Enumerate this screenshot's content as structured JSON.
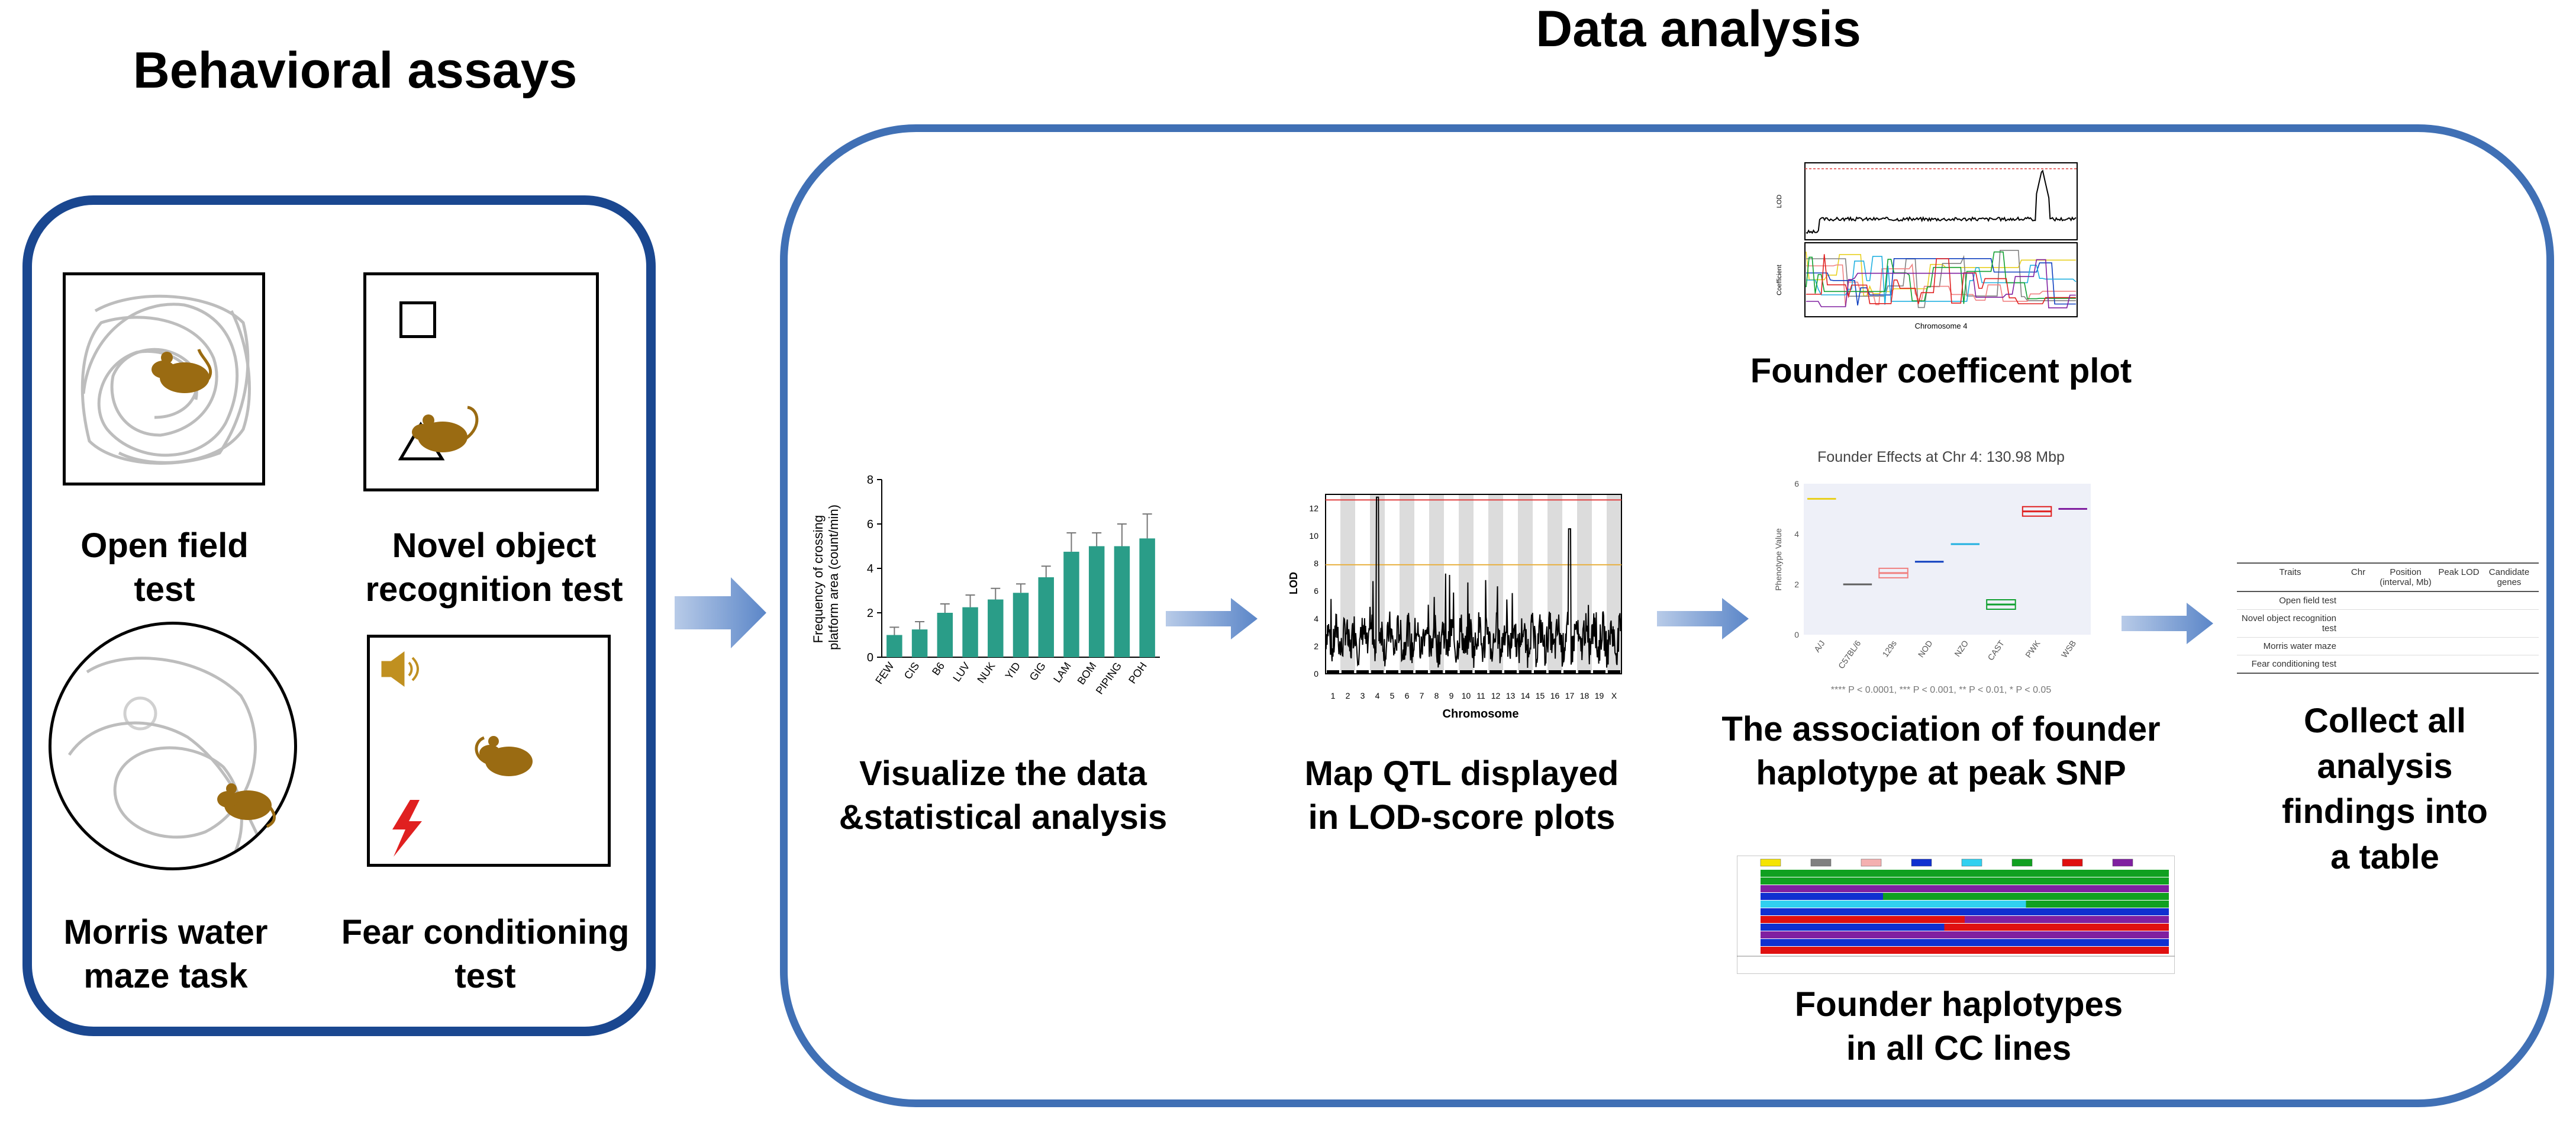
{
  "headings": {
    "behavioral": "Behavioral assays",
    "analysis": "Data analysis"
  },
  "assays": [
    {
      "label": "Open field test"
    },
    {
      "label": "Novel object recognition test",
      "line1": "Novel object",
      "line2": "recognition test"
    },
    {
      "label": "Morris water maze task",
      "line1": "Morris water",
      "line2": "maze task"
    },
    {
      "label": "Fear conditioning test",
      "line1": "Fear conditioning",
      "line2": "test"
    }
  ],
  "steps": {
    "visualize": {
      "line1": "Visualize the data",
      "line2": "&statistical analysis"
    },
    "map_qtl": {
      "line1": "Map QTL displayed",
      "line2": "in LOD-score plots"
    },
    "coefficient": {
      "label": "Founder coefficent plot"
    },
    "association": {
      "line1": "The association of founder",
      "line2": "haplotype at peak SNP"
    },
    "haplotypes": {
      "line1": "Founder haplotypes",
      "line2": "in all CC lines"
    },
    "collect": {
      "line1": "Collect all",
      "line2": "analysis",
      "line3": "findings into",
      "line4": "a table"
    }
  },
  "bar_chart": {
    "ylabel_line1": "Frequency of crossing",
    "ylabel_line2": "platform area (count/min)"
  },
  "lod_plot": {
    "ylabel": "LOD",
    "xlabel": "Chromosome",
    "chromosomes": [
      "1",
      "2",
      "3",
      "4",
      "5",
      "6",
      "7",
      "8",
      "9",
      "10",
      "11",
      "12",
      "13",
      "14",
      "15",
      "16",
      "17",
      "18",
      "19",
      "X"
    ]
  },
  "coef_plot": {
    "ylabel_top": "LOD",
    "ylabel_bottom": "Coefficient",
    "xlabel": "Chromosome 4"
  },
  "effects_plot": {
    "title": "Founder Effects at Chr 4: 130.98 Mbp",
    "ylabel": "Phenotype Value",
    "footnote": "**** P < 0.0001, *** P < 0.001, ** P < 0.01, * P < 0.05"
  },
  "summary_table": {
    "headers": [
      "Traits",
      "Chr",
      "Position (interval, Mb)",
      "Peak LOD",
      "Candidate genes"
    ],
    "rows": [
      "Open field test",
      "Novel object recognition test",
      "Morris water maze",
      "Fear conditioning test"
    ]
  },
  "colors": {
    "left_border": "#1a4790",
    "right_border": "#4070b5",
    "bar": "#2a9d88",
    "mouse": "#9a6b12",
    "arrow": "#6f95cf"
  },
  "chart_data": [
    {
      "type": "bar",
      "categories": [
        "FEW",
        "CIS",
        "B6",
        "LUV",
        "NUK",
        "YID",
        "GIG",
        "LAM",
        "BOM",
        "PIPING",
        "POH"
      ],
      "values": [
        1.0,
        1.25,
        2.0,
        2.25,
        2.6,
        2.9,
        3.6,
        4.75,
        5.0,
        5.0,
        5.35
      ],
      "errors": [
        0.35,
        0.35,
        0.4,
        0.55,
        0.5,
        0.4,
        0.5,
        0.85,
        0.6,
        1.0,
        1.1
      ],
      "ylim": [
        0,
        8
      ],
      "yticks": [
        0,
        2,
        4,
        6,
        8
      ],
      "ylabel": "Frequency of crossing platform area (count/min)",
      "xlabel": "",
      "title": ""
    },
    {
      "type": "scatter",
      "categories": [
        "A/J",
        "C57BL/6",
        "129s",
        "NOD",
        "NZO",
        "CAST",
        "PWK",
        "WSB"
      ],
      "values": [
        5.4,
        2.0,
        2.45,
        2.9,
        3.6,
        1.2,
        4.9,
        5.0
      ],
      "ylim": [
        0,
        6
      ],
      "yticks": [
        0,
        2,
        4,
        6
      ],
      "title": "Founder Effects at Chr 4: 130.98 Mbp",
      "ylabel": "Phenotype Value",
      "xlabel": ""
    },
    {
      "type": "line",
      "title": "",
      "xlabel": "Chromosome",
      "ylabel": "LOD",
      "x": [
        "1",
        "2",
        "3",
        "4",
        "5",
        "6",
        "7",
        "8",
        "9",
        "10",
        "11",
        "12",
        "13",
        "14",
        "15",
        "16",
        "17",
        "18",
        "19",
        "X"
      ],
      "yticks": [
        0,
        2,
        4,
        6,
        8,
        10,
        12
      ],
      "ylim": [
        0,
        13
      ],
      "peaks": [
        {
          "chromosome": "4",
          "lod": 12.8
        },
        {
          "chromosome": "17",
          "lod": 10.5
        }
      ]
    }
  ]
}
